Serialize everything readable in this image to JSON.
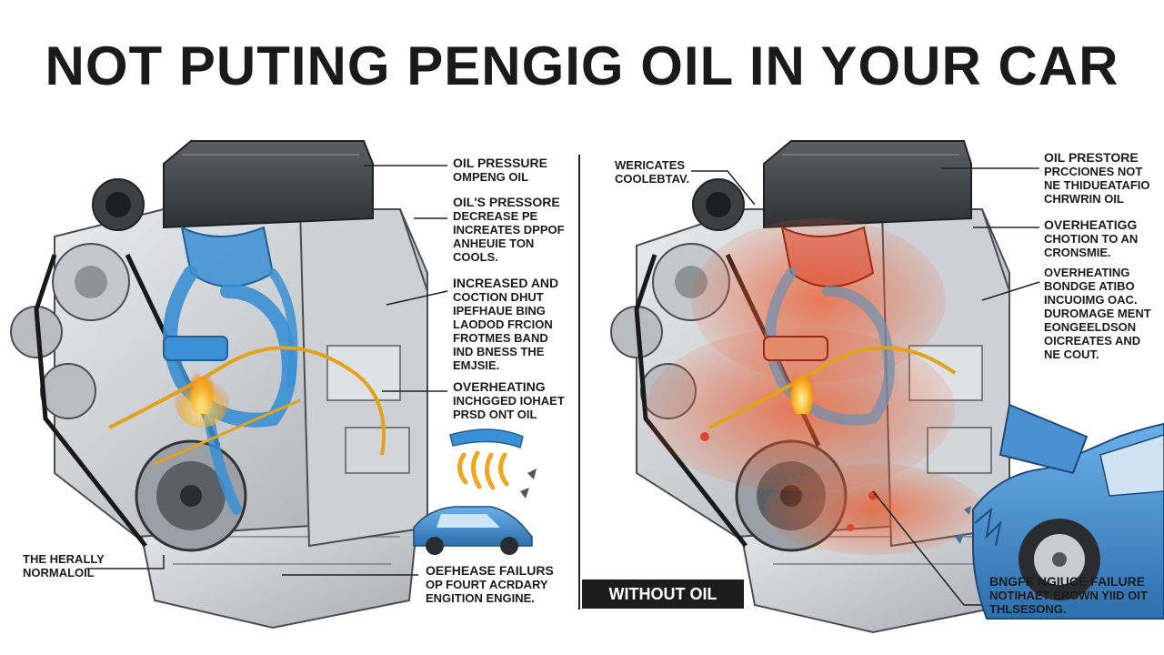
{
  "title": "NOT PUTING PENGIG OIL IN YOUR CAR",
  "left": {
    "labels": [
      {
        "lines": [
          "OIL PRESSURE",
          "OMPENG OIL"
        ]
      },
      {
        "lines": [
          "OIL'S PRESSORE",
          "DECREASE PE",
          "INCREATES DPPOF",
          "ANHEUIE TON",
          "COOLS."
        ]
      },
      {
        "lines": [
          "INCREASED AND",
          "COCTION DHUT",
          "IPEFHAUE BING",
          "LAODOD FRCION",
          "FROTMES BAND",
          "IND BNESS THE",
          "EMJSIE."
        ]
      },
      {
        "lines": [
          "OVERHEATING",
          "INCHGGED IOHAET",
          "PRSD ONT OIL"
        ]
      },
      {
        "lines": [
          "THE HERALLY",
          "NORMALOIL"
        ]
      },
      {
        "lines": [
          "OEFHEASE FAILURS",
          "OP FOURT ACRDARY",
          "ENGITION ENGINE."
        ]
      }
    ]
  },
  "right": {
    "badge": "WITHOUT OIL",
    "labels": [
      {
        "lines": [
          "WERICATES",
          "COOLEBTAV."
        ]
      },
      {
        "lines": [
          "OIL PRESTORE",
          "PRCCIONES NOT",
          "NE THIDUEATAFIO",
          "CHRWRIN OIL"
        ]
      },
      {
        "lines": [
          "OVERHEATIGG",
          "CHOTION TO AN",
          "CRONSMIE."
        ]
      },
      {
        "lines": [
          "OVERHEATING",
          "BONDGE ATIBO",
          "INCUOIMG OAC.",
          "DUROMAGE MENT",
          "EONGEELDSON",
          "OICREATES AND",
          "NE COUT."
        ]
      },
      {
        "lines": [
          "BNGFE NGIUCE FAILURE",
          "NOTIHAET EROWN YIID OIT",
          "THLSESONG."
        ]
      }
    ]
  },
  "colors": {
    "oil_blue": "#3b8fd4",
    "oil_gold": "#e2a21b",
    "heat_red": "#e0452a",
    "engine_grey": "#bfc3c7",
    "car_blue": "#3f87c9"
  }
}
